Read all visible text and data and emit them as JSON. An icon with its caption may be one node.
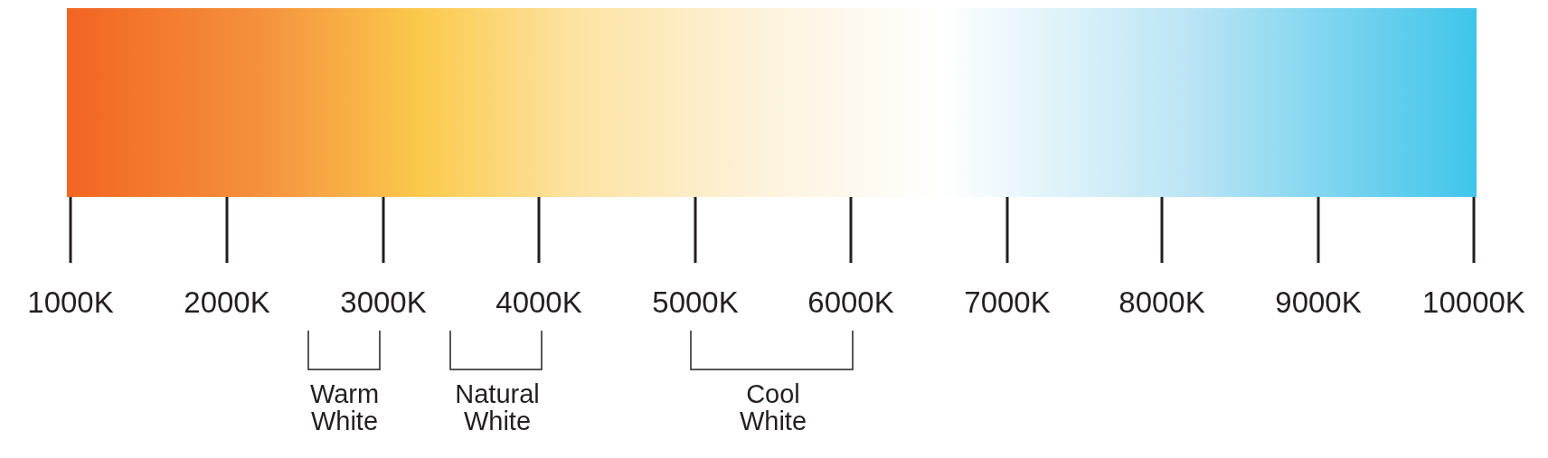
{
  "diagram": {
    "labels": [
      "1000K",
      "2000K",
      "3000K",
      "4000K",
      "5000K",
      "6000K",
      "7000K",
      "8000K",
      "9000K",
      "10000K",
      "Warm White",
      "Natural White",
      "Cool White"
    ]
  }
}
